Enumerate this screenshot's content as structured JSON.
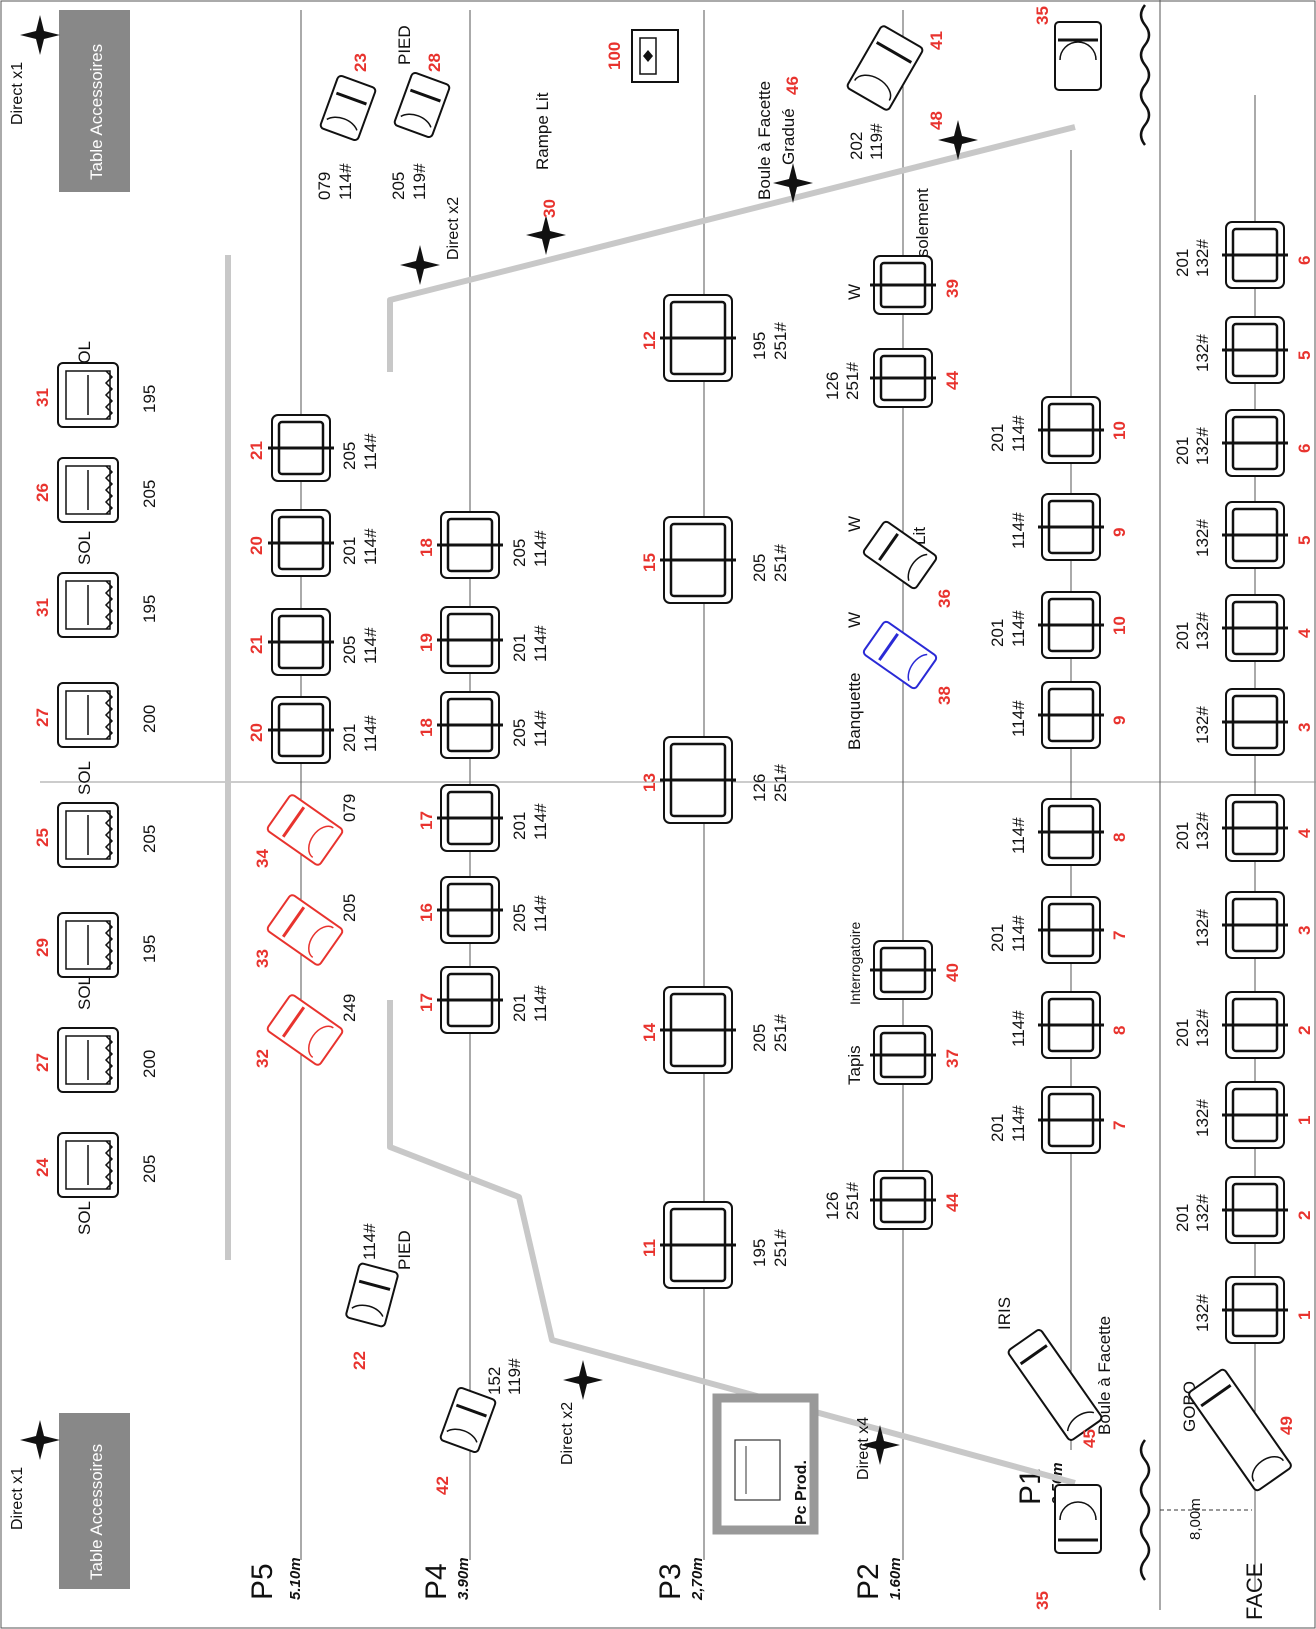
{
  "bars": [
    {
      "id": "P5",
      "height": "5.10m"
    },
    {
      "id": "P4",
      "height": "3.90m"
    },
    {
      "id": "P3",
      "height": "2,70m"
    },
    {
      "id": "P2",
      "height": "1.60m"
    },
    {
      "id": "P1",
      "height": "0.50m"
    }
  ],
  "face": {
    "label": "FACE",
    "distance": "8,00m"
  },
  "tables": {
    "top": "Table Accessoires",
    "bottom": "Table Accessoires"
  },
  "directs": {
    "top": "Direct x1",
    "bottom": "Direct x1",
    "p4_top": "Direct x2",
    "p4_bottom": "Direct x2",
    "p2": "Direct x4"
  },
  "pc": {
    "label": "Pc Prod."
  },
  "notes": {
    "pied_top": "PIED",
    "pied_bottom": "PIED",
    "rampe": "Rampe Lit",
    "boule_top": "Boule à Facette",
    "gradue": "Gradué",
    "isolement": "Isolement",
    "interrogatoire": "Interrogatoire",
    "tapis": "Tapis",
    "banquette": "Banquette",
    "lit": "Lit",
    "iris": "IRIS",
    "boule_bottom": "Boule à Facette",
    "gobo": "GOBO",
    "w": "W",
    "sol": "SOL"
  },
  "sol_row": [
    {
      "num": "31",
      "gel": "195"
    },
    {
      "num": "26",
      "gel": "205"
    },
    {
      "num": "31",
      "gel": "195"
    },
    {
      "num": "27",
      "gel": "200"
    },
    {
      "num": "25",
      "gel": "205"
    },
    {
      "num": "29",
      "gel": "195"
    },
    {
      "num": "27",
      "gel": "200"
    },
    {
      "num": "24",
      "gel": "205"
    }
  ],
  "p5_row": [
    {
      "num": "21",
      "gel1": "205",
      "gel2": "114#"
    },
    {
      "num": "20",
      "gel1": "201",
      "gel2": "114#"
    },
    {
      "num": "21",
      "gel1": "205",
      "gel2": "114#"
    },
    {
      "num": "20",
      "gel1": "201",
      "gel2": "114#"
    }
  ],
  "p5_red": [
    {
      "num": "34",
      "gel": "079"
    },
    {
      "num": "33",
      "gel": "205"
    },
    {
      "num": "32",
      "gel": "249"
    }
  ],
  "p5_pied": [
    {
      "num": "23",
      "gel1": "079",
      "gel2": "114#"
    },
    {
      "num": "28",
      "gel1": "205",
      "gel2": "119#"
    }
  ],
  "p4_row": [
    {
      "num": "18",
      "gel1": "205",
      "gel2": "114#"
    },
    {
      "num": "19",
      "gel1": "201",
      "gel2": "114#"
    },
    {
      "num": "18",
      "gel1": "205",
      "gel2": "114#"
    },
    {
      "num": "17",
      "gel1": "201",
      "gel2": "114#"
    },
    {
      "num": "16",
      "gel1": "205",
      "gel2": "114#"
    },
    {
      "num": "17",
      "gel1": "201",
      "gel2": "114#"
    }
  ],
  "p4_extra": [
    {
      "num": "22",
      "gel1": "114#"
    },
    {
      "num": "42",
      "gel1": "152",
      "gel2": "119#"
    }
  ],
  "p3_row": [
    {
      "num": "12",
      "gel1": "195",
      "gel2": "251#"
    },
    {
      "num": "15",
      "gel1": "205",
      "gel2": "251#"
    },
    {
      "num": "13",
      "gel1": "126",
      "gel2": "251#"
    },
    {
      "num": "14",
      "gel1": "205",
      "gel2": "251#"
    },
    {
      "num": "11",
      "gel1": "195",
      "gel2": "251#"
    }
  ],
  "p3_extra": [
    {
      "num": "100"
    },
    {
      "num": "30"
    },
    {
      "num": "46"
    }
  ],
  "p2_row": [
    {
      "num": "41",
      "gel1": "202",
      "gel2": "119#"
    },
    {
      "num": "48"
    },
    {
      "num": "39"
    },
    {
      "num": "44",
      "gel1": "126",
      "gel2": "251#"
    },
    {
      "num": "36"
    },
    {
      "num": "38"
    },
    {
      "num": "40"
    },
    {
      "num": "37"
    },
    {
      "num": "44",
      "gel1": "126",
      "gel2": "251#"
    }
  ],
  "p1_row": [
    {
      "num": "10",
      "gel1": "201",
      "gel2": "114#"
    },
    {
      "num": "9",
      "gel1": "114#"
    },
    {
      "num": "10",
      "gel1": "201",
      "gel2": "114#"
    },
    {
      "num": "9",
      "gel1": "114#"
    },
    {
      "num": "8",
      "gel1": "114#"
    },
    {
      "num": "7",
      "gel1": "201",
      "gel2": "114#"
    },
    {
      "num": "8",
      "gel1": "114#"
    },
    {
      "num": "7",
      "gel1": "201",
      "gel2": "114#"
    }
  ],
  "p1_extra": [
    {
      "num": "35"
    },
    {
      "num": "35"
    },
    {
      "num": "45"
    }
  ],
  "face_row": [
    {
      "num": "6",
      "gel1": "201",
      "gel2": "132#"
    },
    {
      "num": "5",
      "gel1": "132#"
    },
    {
      "num": "6",
      "gel1": "201",
      "gel2": "132#"
    },
    {
      "num": "5",
      "gel1": "132#"
    },
    {
      "num": "4",
      "gel1": "201",
      "gel2": "132#"
    },
    {
      "num": "3",
      "gel1": "132#"
    },
    {
      "num": "4",
      "gel1": "201",
      "gel2": "132#"
    },
    {
      "num": "3",
      "gel1": "132#"
    },
    {
      "num": "2",
      "gel1": "201",
      "gel2": "132#"
    },
    {
      "num": "1",
      "gel1": "132#"
    },
    {
      "num": "2",
      "gel1": "201",
      "gel2": "132#"
    },
    {
      "num": "1",
      "gel1": "132#"
    }
  ],
  "face_extra": [
    {
      "num": "49"
    }
  ]
}
